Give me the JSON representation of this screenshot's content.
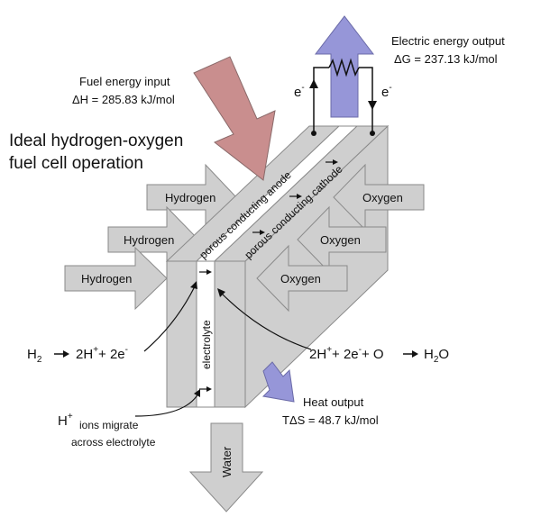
{
  "title_line1": "Ideal hydrogen-oxygen",
  "title_line2": "fuel cell operation",
  "fuel_input_label": "Fuel energy input",
  "fuel_input_value": "ΔH = 285.83 kJ/mol",
  "electric_output_label": "Electric energy output",
  "electric_output_value": "ΔG = 237.13 kJ/mol",
  "electron_left": "e",
  "electron_right": "e",
  "anode_label": "porous conducting anode",
  "cathode_label": "porous conducting cathode",
  "electrolyte_label": "electrolyte",
  "hydrogen_arrows": [
    "Hydrogen",
    "Hydrogen",
    "Hydrogen"
  ],
  "oxygen_arrows": [
    "Oxygen",
    "Oxygen",
    "Oxygen"
  ],
  "anode_reaction": {
    "lhs": "H",
    "lhs_sub": "2",
    "rhs1": "2H",
    "rhs2": "+ 2e"
  },
  "cathode_reaction": {
    "a": "2H",
    "b": "+ 2e",
    "c": "+ O",
    "d": "H",
    "d_sub": "2",
    "e": "O"
  },
  "heat_output_label": "Heat output",
  "heat_output_value": "TΔS = 48.7 kJ/mol",
  "ion_note": {
    "h": "H",
    "line1": "ions migrate",
    "line2": "across electrolyte"
  },
  "water_label": "Water",
  "colors": {
    "gray_fill": "#cfcfcf",
    "gray_stroke": "#8a8a8a",
    "fuel_arrow": "#c98e8e",
    "purple_arrow": "#9696d8"
  }
}
